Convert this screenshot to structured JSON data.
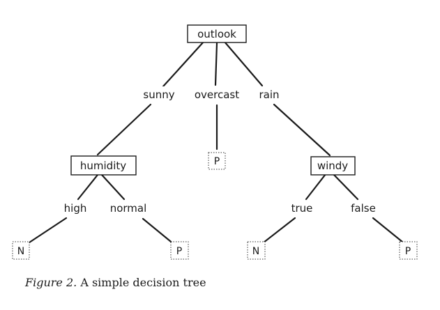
{
  "tree": {
    "root": {
      "label": "outlook"
    },
    "branches": {
      "sunny": "sunny",
      "overcast": "overcast",
      "rain": "rain",
      "high": "high",
      "normal": "normal",
      "true": "true",
      "false": "false"
    },
    "nodes": {
      "humidity": "humidity",
      "windy": "windy"
    },
    "leaves": {
      "overcast": "P",
      "high": "N",
      "normal": "P",
      "true": "N",
      "false": "P"
    }
  },
  "caption": {
    "figure_label": "Figure 2.",
    "text": "A simple decision tree"
  }
}
